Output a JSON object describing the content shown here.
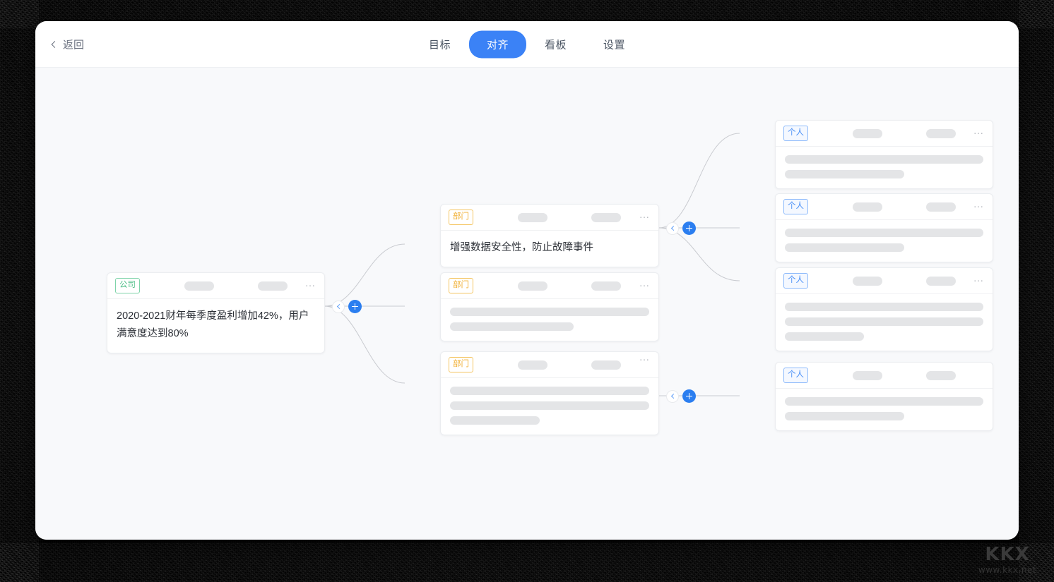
{
  "window": {
    "topbar": {
      "back_label": "返回",
      "back_icon": "chevron-left-icon",
      "tabs": [
        {
          "label": "目标",
          "active": false
        },
        {
          "label": "对齐",
          "active": true
        },
        {
          "label": "看板",
          "active": false
        },
        {
          "label": "设置",
          "active": false
        }
      ],
      "active_tab_color": "#3b82f6"
    }
  },
  "canvas": {
    "background": "#f8f9fb",
    "connector_color": "#c9cbd0",
    "add_button_color": "#2b7ef0",
    "cards": {
      "root": {
        "badge": "公司",
        "badge_type": "company",
        "badge_color": "#52c08a",
        "menu": "…",
        "text": "2020-2021财年每季度盈利增加42%，用户满意度达到80%",
        "skeleton_lines": []
      },
      "dept1": {
        "badge": "部门",
        "badge_type": "dept",
        "badge_color": "#f0ad2e",
        "menu": "…",
        "text": "增强数据安全性，防止故障事件",
        "skeleton_lines": []
      },
      "dept2": {
        "badge": "部门",
        "badge_type": "dept",
        "badge_color": "#f0ad2e",
        "menu": "…",
        "text": "",
        "skeleton_lines": [
          100,
          62
        ]
      },
      "dept3": {
        "badge": "部门",
        "badge_type": "dept",
        "badge_color": "#f0ad2e",
        "menu": "…",
        "text": "",
        "skeleton_lines": [
          100,
          100,
          45
        ]
      },
      "person1": {
        "badge": "个人",
        "badge_type": "person",
        "badge_color": "#4a90f7",
        "menu": "…",
        "text": "",
        "skeleton_lines": [
          100,
          60
        ]
      },
      "person2": {
        "badge": "个人",
        "badge_type": "person",
        "badge_color": "#4a90f7",
        "menu": "…",
        "text": "",
        "skeleton_lines": [
          100,
          60
        ]
      },
      "person3": {
        "badge": "个人",
        "badge_type": "person",
        "badge_color": "#4a90f7",
        "menu": "…",
        "text": "",
        "skeleton_lines": [
          100,
          100,
          40
        ]
      },
      "person4": {
        "badge": "个人",
        "badge_type": "person",
        "badge_color": "#4a90f7",
        "menu": "",
        "text": "",
        "skeleton_lines": [
          100,
          60
        ]
      }
    },
    "controls": {
      "collapse_icon": "chevron-left-icon",
      "add_icon": "plus-icon"
    }
  },
  "watermark": {
    "main": "KKX",
    "sub": "www.kkx.net"
  }
}
